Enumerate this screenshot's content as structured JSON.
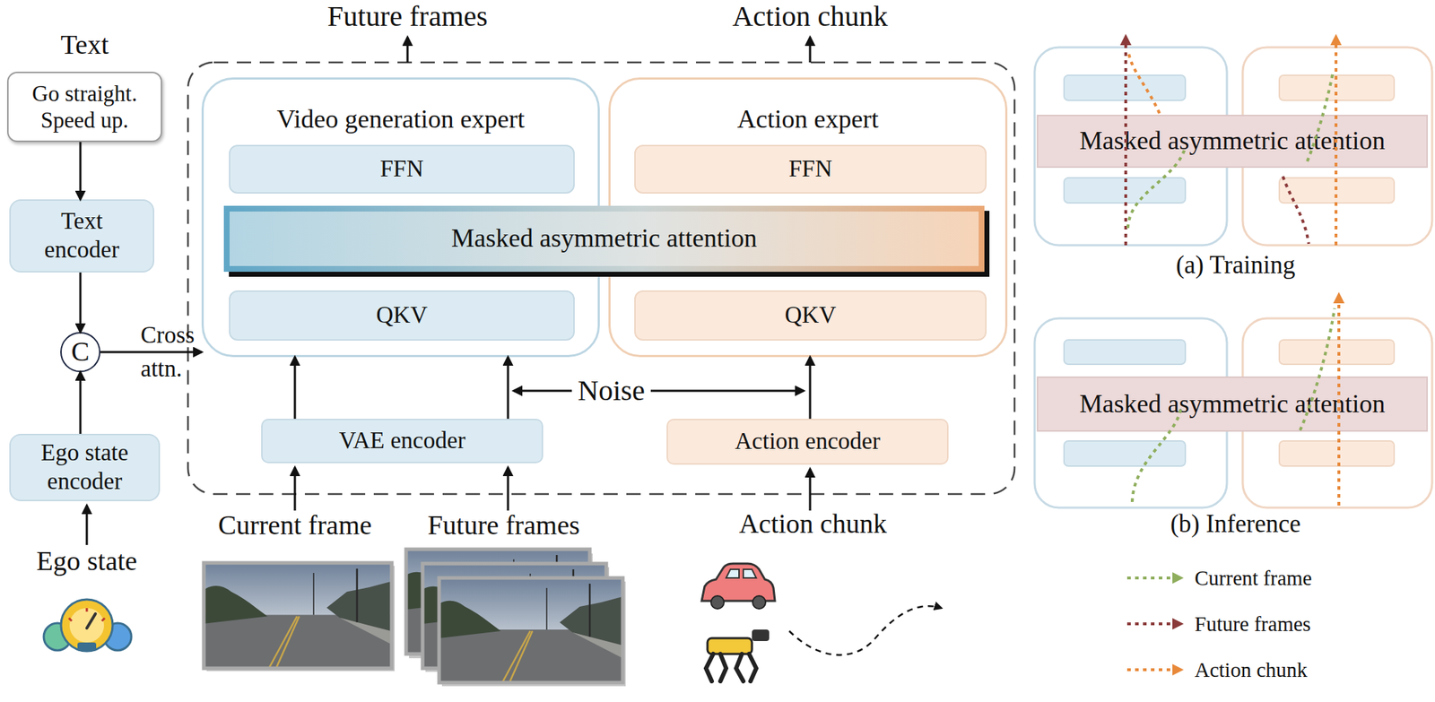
{
  "diagram": {
    "nodes": [
      {
        "text": [
          "Text",
          "Go straight. Speed up."
        ]
      },
      {
        "text": [
          "Text encoder"
        ]
      },
      {
        "text": [
          "C"
        ]
      },
      {
        "text": [
          "Ego state encoder"
        ]
      },
      {
        "text": [
          "Video generation expert"
        ]
      },
      {
        "text": [
          "FFN"
        ],
        "in": 4
      },
      {
        "text": [
          "QKV"
        ],
        "in": 4
      },
      {
        "text": [
          "Action expert"
        ]
      },
      {
        "text": [
          "FFN"
        ],
        "in": 7
      },
      {
        "text": [
          "QKV"
        ],
        "in": 7
      },
      {
        "text": [
          "Masked asymmetric attention"
        ]
      },
      {
        "text": [
          "VAE encoder"
        ]
      },
      {
        "text": [
          "Action encoder"
        ]
      },
      {
        "text": [
          "Masked asymmetric attention"
        ]
      },
      {
        "text": [
          "Masked asymmetric attention"
        ]
      }
    ],
    "edges": [
      {
        "from": 0,
        "to": 1,
        "arrow": "to"
      },
      {
        "from": 1,
        "to": 2,
        "arrow": "to"
      },
      {
        "from": 3,
        "to": 2,
        "arrow": "to"
      },
      {
        "from": 2,
        "to": 4,
        "label": "Cross attn.",
        "arrow": "to"
      },
      {
        "from": 11,
        "to": 4,
        "arrow": "to"
      },
      {
        "from": 11,
        "to": 4,
        "arrow": "to"
      },
      {
        "from": 12,
        "to": 7,
        "arrow": "to"
      }
    ],
    "labels": [
      "Future frames",
      "Action chunk",
      "Noise",
      "Current frame",
      "Future frames",
      "Action chunk",
      "Ego state",
      "(a) Training",
      "(b) Inference"
    ],
    "legend": [
      {
        "text": "Current frame"
      },
      {
        "text": "Future frames"
      },
      {
        "text": "Action chunk"
      }
    ]
  }
}
